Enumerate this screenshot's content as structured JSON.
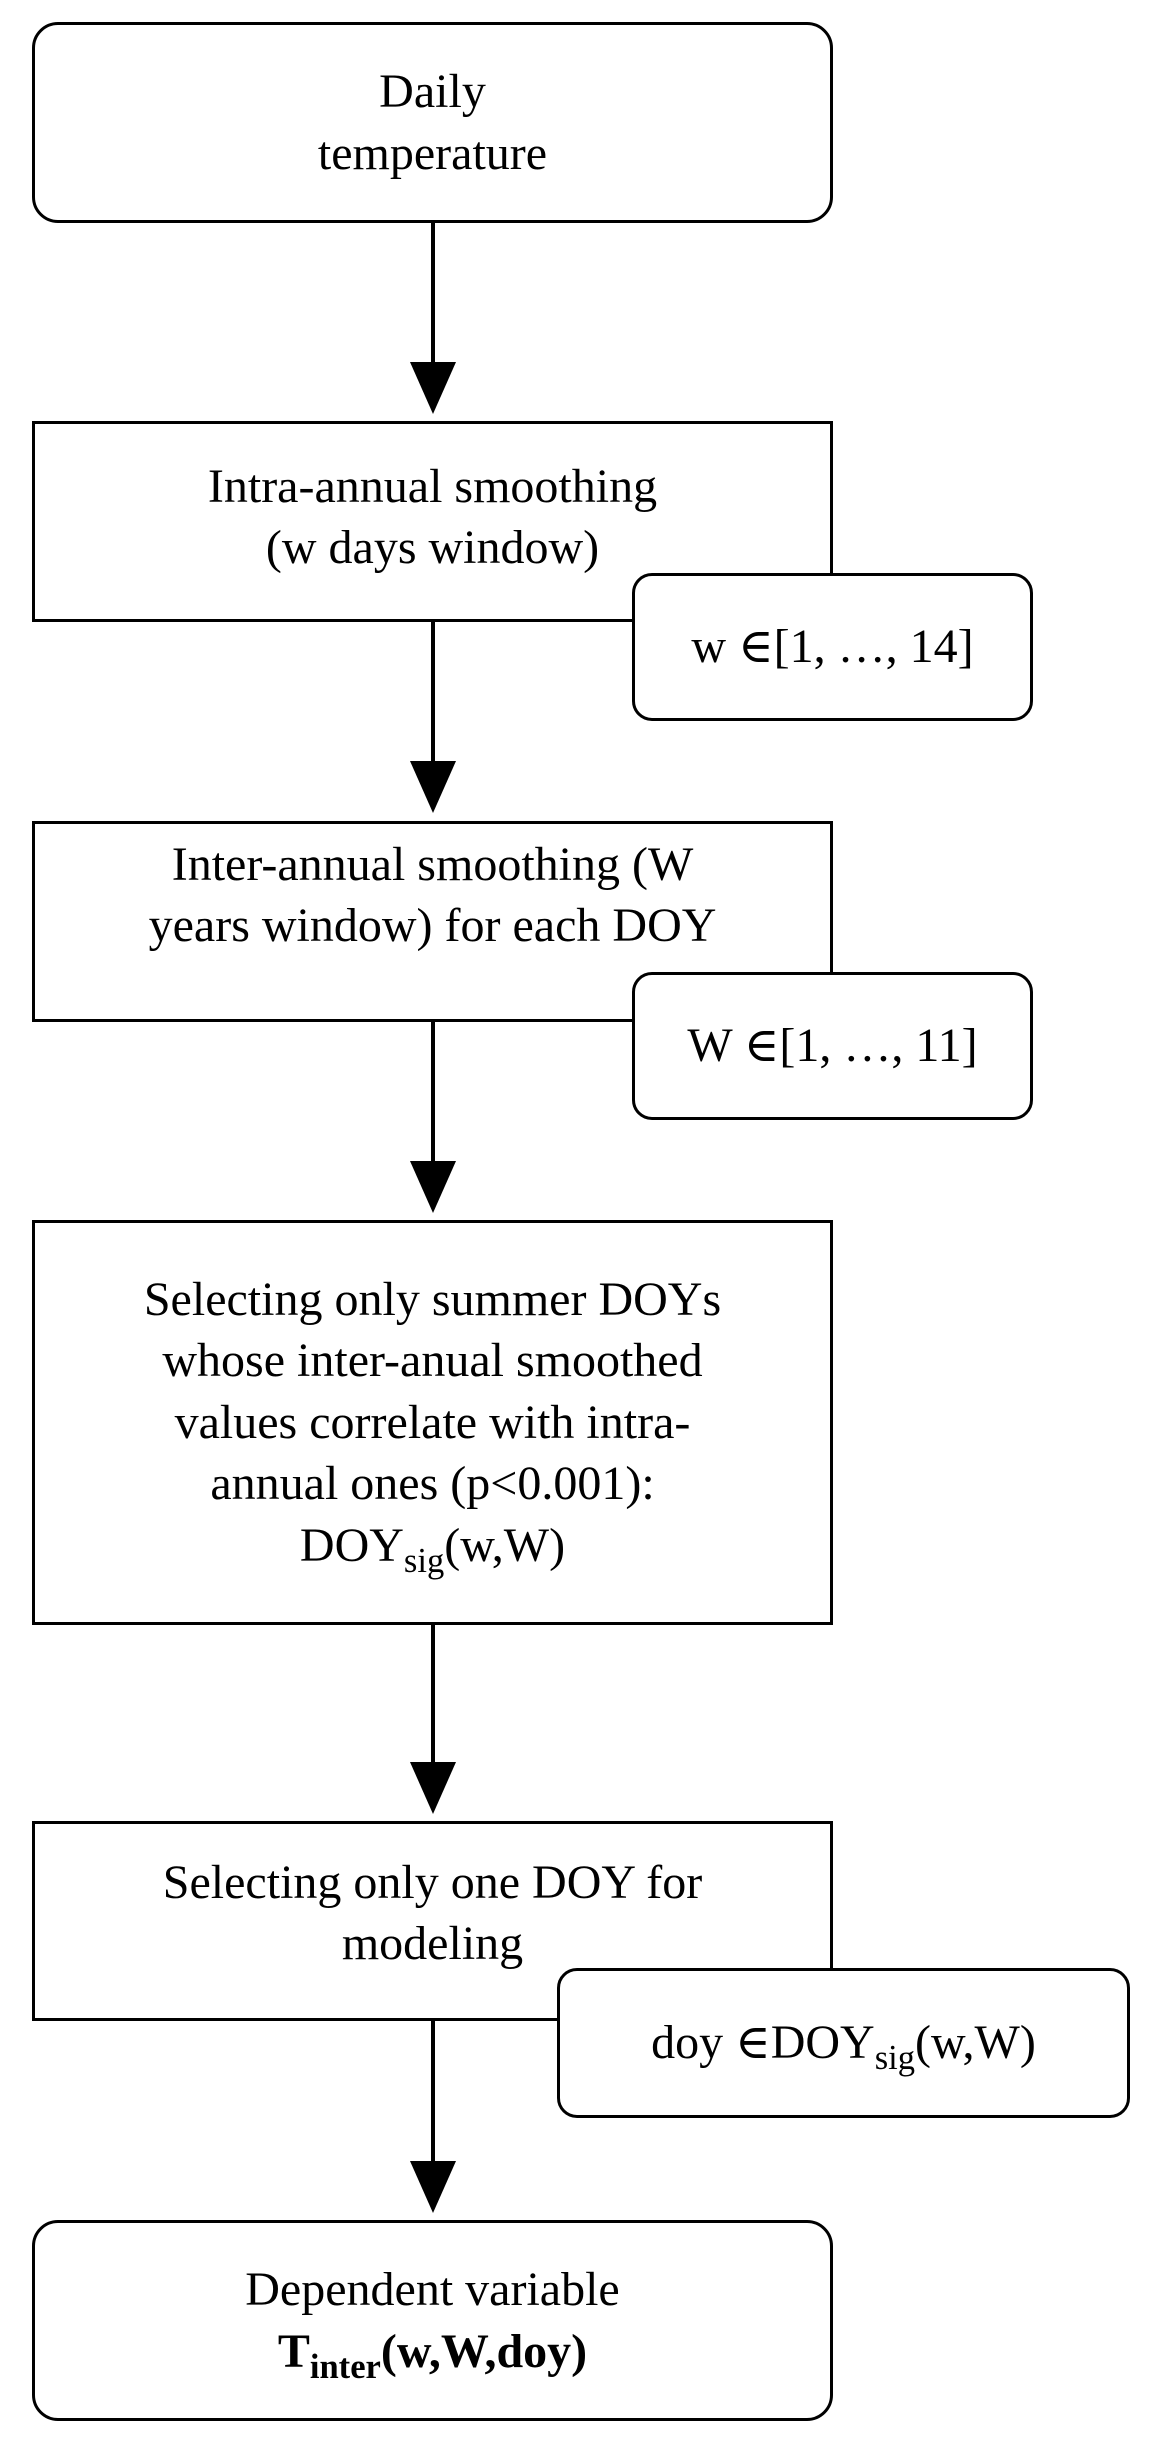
{
  "flowchart": {
    "nodes": [
      {
        "lines": [
          "Daily",
          "temperature"
        ]
      },
      {
        "lines": [
          "Intra-annual smoothing",
          "(w days window)"
        ]
      },
      {
        "lines": [
          "Inter-annual smoothing (W",
          "years window) for each DOY"
        ]
      },
      {
        "lines": [
          "Selecting only summer DOYs",
          "whose inter-anual smoothed",
          "values correlate with intra-",
          "annual ones (p<0.001):"
        ],
        "last_line": {
          "base": "DOY",
          "sub": "sig",
          "rest": "(w,W)"
        }
      },
      {
        "lines": [
          "Selecting only one DOY for",
          "modeling"
        ]
      },
      {
        "lines": [
          "Dependent variable"
        ],
        "last_line": {
          "base": "T",
          "sub": "inter",
          "rest": "(w,W,doy)"
        }
      }
    ],
    "params": [
      {
        "text": "w ∈[1, …, 14]"
      },
      {
        "text": "W ∈[1, …, 11]"
      },
      {
        "prefix": "doy ∈DOY",
        "sub": "sig",
        "rest": "(w,W)"
      }
    ]
  }
}
